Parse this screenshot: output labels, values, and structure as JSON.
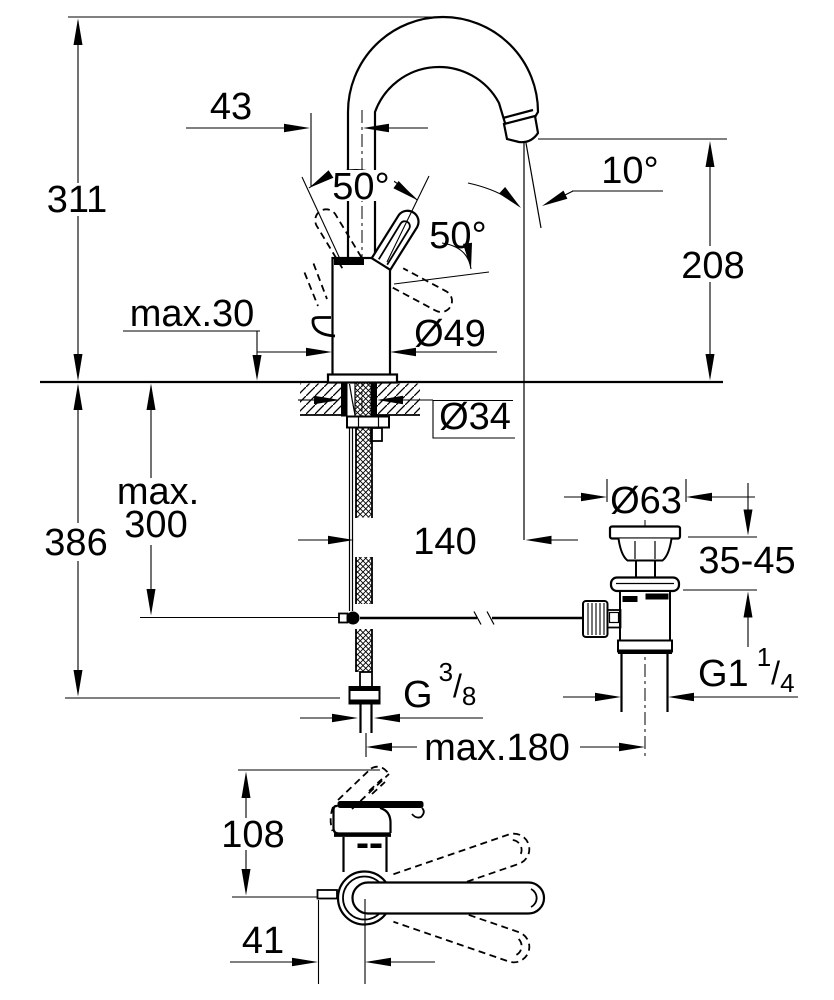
{
  "meta": {
    "type": "technical-dimension-drawing",
    "subject": "single-lever basin mixer with pop-up waste",
    "units": "mm",
    "background": "#ffffff",
    "line_color": "#000000"
  },
  "front_view": {
    "dim_total_height": "311",
    "dim_spout_offset": "43",
    "dim_lever_swing_left": "50°",
    "dim_lever_swing_right": "50°",
    "dim_outlet_angle": "10°",
    "dim_outlet_height": "208",
    "dim_deck_thickness": "max.30",
    "dim_body_diameter": "Ø49",
    "dim_hole_diameter": "Ø34",
    "dim_hose_clearance_line1": "max.",
    "dim_hose_clearance_line2": "300",
    "dim_height_below_deck": "386",
    "dim_spout_projection": "140",
    "dim_waste_flange_diameter": "Ø63",
    "dim_basin_thickness": "35-45",
    "dim_waste_offset": "max.180",
    "thread_supply": {
      "base": "G",
      "sup": "3",
      "slash": "/",
      "sub": "8"
    },
    "thread_waste": {
      "base": "G1",
      "sup": "1",
      "slash": "/",
      "sub": "4"
    }
  },
  "top_view": {
    "dim_lever_height": "108",
    "dim_rod_offset": "41"
  }
}
